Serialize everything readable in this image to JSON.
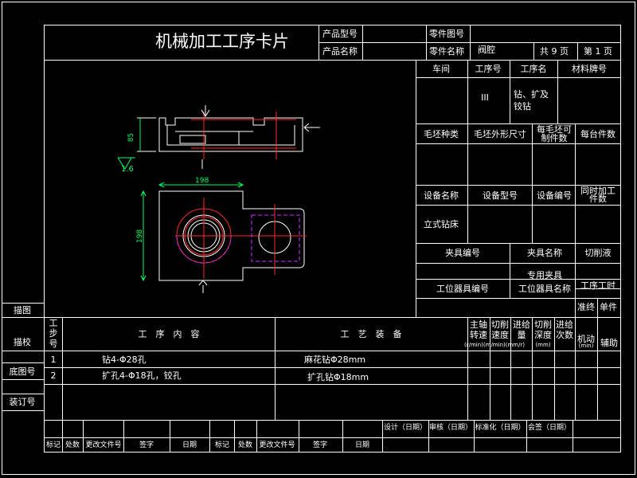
{
  "header": {
    "title": "机械加工工序卡片",
    "product_model_label": "产品型号",
    "product_name_label": "产品名称",
    "part_drawing_no_label": "零件图号",
    "part_name_label": "零件名称",
    "part_name_value": "阀腔",
    "total_pages": "共 9 页",
    "page_no": "第 1 页"
  },
  "info": {
    "workshop_label": "车间",
    "process_no_label": "工序号",
    "process_name_label": "工序名",
    "material_label": "材料牌号",
    "process_no_value": "III",
    "process_name_value": [
      "钻、扩及",
      "铰钻"
    ],
    "blank_type_label": "毛坯种类",
    "blank_size_label": "毛坯外形尺寸",
    "blank_count_label": [
      "每毛坯可",
      "制件数"
    ],
    "per_unit_count_label": "每台件数",
    "equipment_name_label": "设备名称",
    "equipment_model_label": "设备型号",
    "equipment_no_label": "设备编号",
    "simultaneous_label": [
      "同时加工",
      "件数"
    ],
    "equipment_name_value": "立式钻床",
    "fixture_no_label": "夹具编号",
    "fixture_name_label": "夹具名称",
    "coolant_label": "切削液",
    "fixture_name_value": "专用夹具",
    "station_tool_no_label": "工位器具编号",
    "station_tool_name_label": "工位器具名称",
    "process_time_label": "工序工时",
    "prep_label": "准终",
    "unit_label": "单件"
  },
  "drawing": {
    "dim_height": "85",
    "dim_roughness": "1.6",
    "dim_width": "198",
    "dim_vert": "198"
  },
  "left_labels": [
    "描图",
    "描校",
    "底图号",
    "装订号"
  ],
  "steps_table": {
    "headers": {
      "step": [
        "工",
        "步",
        "号"
      ],
      "content": "工　序　内　容",
      "equipment": "工　艺　装　备",
      "spindle": [
        "主轴",
        "转速"
      ],
      "cut_speed": [
        "切削",
        "速度"
      ],
      "feed": [
        "进给",
        "量"
      ],
      "cut_depth": [
        "切削",
        "深度"
      ],
      "feed_times": [
        "进给",
        "次数"
      ],
      "machine_time": [
        "机动",
        "(min)"
      ],
      "aux_time": "辅助",
      "units": "(r/min)(m/min)(mm/r)",
      "units_depth": "(mm)"
    },
    "rows": [
      {
        "no": "1",
        "content": "钻4-Φ28孔",
        "equipment": "麻花钻Φ28mm"
      },
      {
        "no": "2",
        "content": "扩孔4-Φ18孔，铰孔",
        "equipment": "扩孔钻Φ18mm"
      }
    ]
  },
  "signoff": {
    "design": "设计（日期）",
    "review": "审核（日期）",
    "standard": "标准化（日期）",
    "countersign": "会签（日期）",
    "row_labels": [
      "标记",
      "处数",
      "更改文件号",
      "签字",
      "日期",
      "标记",
      "处数",
      "更改文件号",
      "签字",
      "日期"
    ]
  }
}
